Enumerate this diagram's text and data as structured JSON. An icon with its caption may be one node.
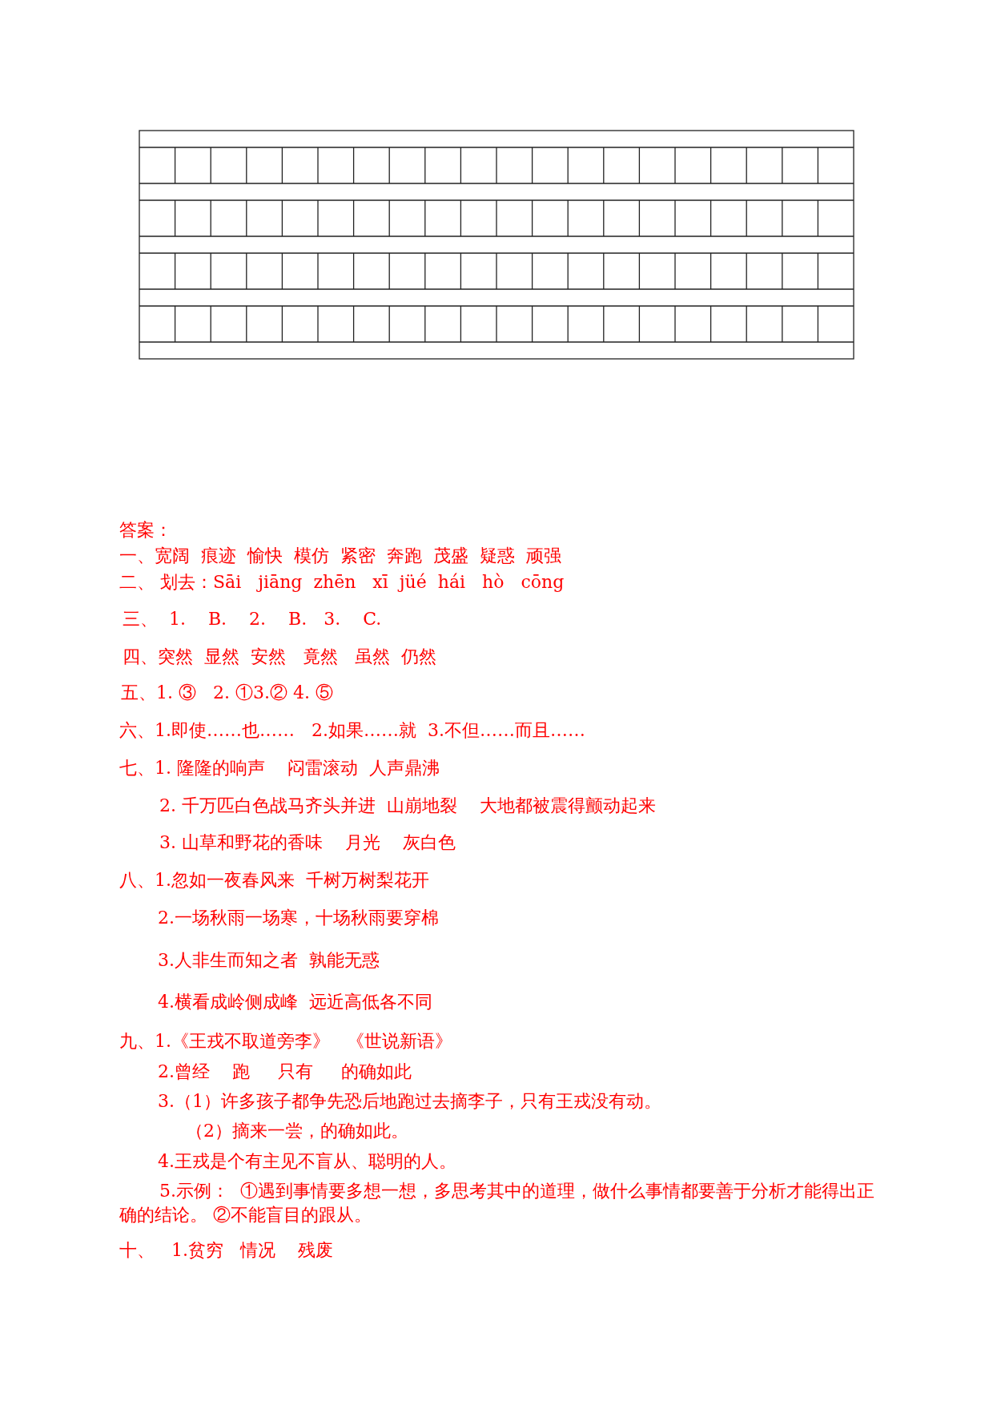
{
  "diagram": {
    "labels": [
      "答案：",
      "一、宽阔  痕迹  愉快  模仿  紧密  奔跑  茂盛  疑惑  顽强",
      "二、 划去：Sāi   jiāng  zhēn   xī  jüé  hái   hò   cōng",
      "三、  1.    B.    2.    B.   3.    C.",
      "四、突然  显然  安然   竟然   虽然  仍然",
      "五、1. ③   2. ①3.② 4. ⑤",
      "六、1.即使……也……   2.如果……就  3.不但……而且……",
      "七、1. 隆隆的响声    闷雷滚动  人声鼎沸",
      "2. 千万匹白色战马齐头并进  山崩地裂    大地都被震得颤动起来",
      "3. 山草和野花的香味    月光    灰白色",
      "八、1.忽如一夜春风来  千树万树梨花开",
      "2.一场秋雨一场寒，十场秋雨要穿棉",
      "3.人非生而知之者  孰能无惑",
      "4.横看成岭侧成峰  远近高低各不同",
      "九、1.《王戎不取道旁李》   《世说新语》",
      "2.曾经    跑     只有     的确如此",
      "3.（1）许多孩子都争先恐后地跑过去摘李子，只有王戎没有动。",
      "（2）摘来一尝，的确如此。",
      "4.王戎是个有主见不盲从、聪明的人。",
      "5.示例：  ①遇到事情要多想一想，多思考其中的道理，做什么事情都要善于分析才能得出正确的结论。 ②不能盲目的跟从。",
      "十、   1.贫穷   情况    残废"
    ]
  }
}
